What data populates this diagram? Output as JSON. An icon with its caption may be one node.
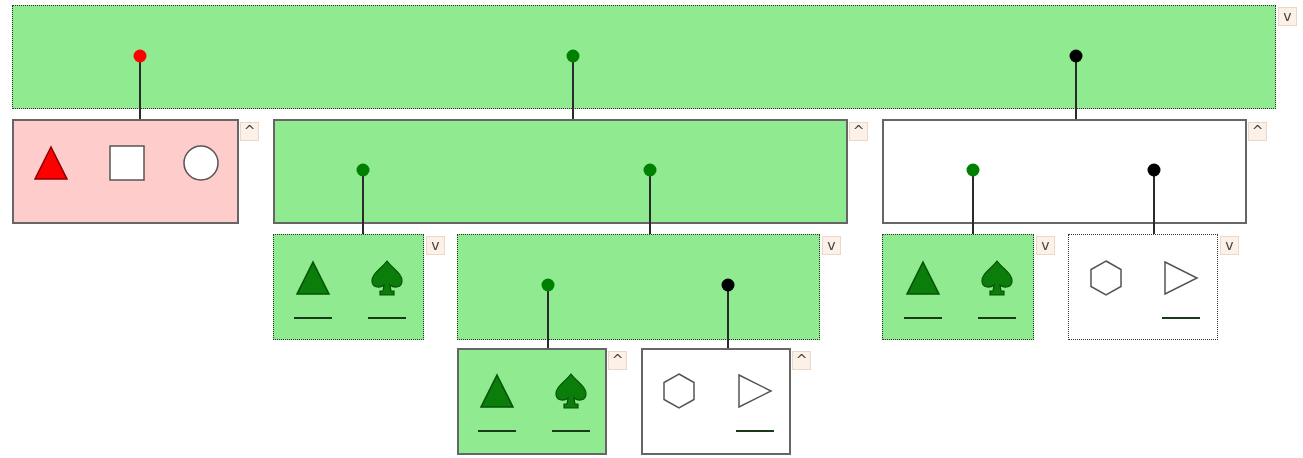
{
  "diagram": {
    "nodes": [
      {
        "text": [],
        "shape": "box",
        "beside": [
          "v"
        ]
      },
      {
        "text": [],
        "shape": "box",
        "beside": [
          "^"
        ]
      },
      {
        "text": [],
        "shape": "box",
        "beside": [
          "^"
        ]
      },
      {
        "text": [],
        "shape": "box",
        "beside": [
          "^"
        ]
      },
      {
        "text": [],
        "shape": "box",
        "beside": [
          "v"
        ]
      },
      {
        "text": [],
        "shape": "box",
        "beside": [
          "v"
        ]
      },
      {
        "text": [],
        "shape": "box",
        "beside": [
          "v"
        ]
      },
      {
        "text": [],
        "shape": "box",
        "beside": [
          "v"
        ]
      },
      {
        "text": [],
        "shape": "box",
        "beside": [
          "^"
        ]
      },
      {
        "text": [],
        "shape": "box",
        "beside": [
          "^"
        ]
      }
    ],
    "edges": [
      {
        "from": 0,
        "to": 1,
        "arrow": "other"
      },
      {
        "from": 0,
        "to": 2,
        "arrow": "other"
      },
      {
        "from": 0,
        "to": 3,
        "arrow": "other"
      },
      {
        "from": 2,
        "to": 4,
        "arrow": "other"
      },
      {
        "from": 2,
        "to": 5,
        "arrow": "other"
      },
      {
        "from": 3,
        "to": 6,
        "arrow": "other"
      },
      {
        "from": 3,
        "to": 7,
        "arrow": "other"
      },
      {
        "from": 5,
        "to": 8,
        "arrow": "other"
      },
      {
        "from": 5,
        "to": 9,
        "arrow": "other"
      }
    ]
  }
}
